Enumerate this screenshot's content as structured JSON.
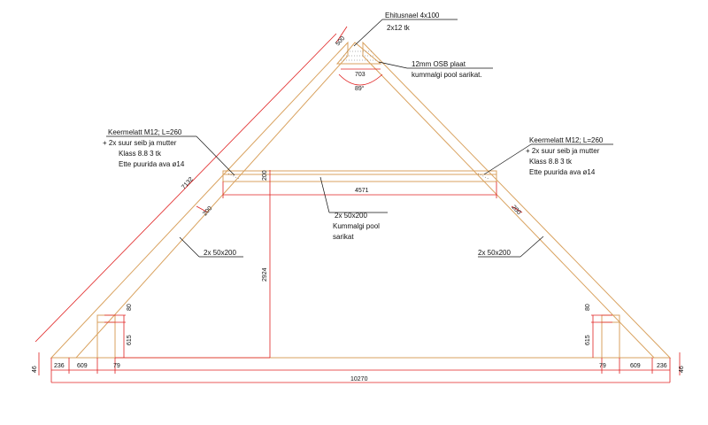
{
  "colors": {
    "timber": "#d9a25f",
    "dimension": "#e02020",
    "text": "#111111"
  },
  "labels": {
    "nail_title": "Ehitusnael 4x100",
    "nail_qty": "2x12 tk",
    "osb_line1": "12mm OSB plaat",
    "osb_line2": "kummalgi pool sarikat.",
    "bolt_left": [
      "Keermelatt M12; L=260",
      "+ 2x suur seib ja mutter",
      "Klass 8.8 3 tk",
      "Ette puurida ava ø14"
    ],
    "bolt_right": [
      "Keermelatt M12; L=260",
      "+ 2x suur seib ja mutter",
      "Klass 8.8 3 tk",
      "Ette puurida ava ø14"
    ],
    "collar": [
      "2x 50x200",
      "Kummalgi pool",
      "sarikat"
    ],
    "rafter_left": "2x 50x200",
    "rafter_right": "2x 50x200"
  },
  "dims": {
    "apex_500": "500",
    "apex_703": "703",
    "apex_angle": "89°",
    "rafter_len": "7132",
    "collar_depth": "200",
    "collar_len": "4571",
    "left_200": "200",
    "right_200": "200",
    "height": "2924",
    "left_80": "80",
    "left_615": "615",
    "right_80": "80",
    "right_615": "615",
    "left_46": "46",
    "right_46": "46",
    "left_236": "236",
    "left_609": "609",
    "left_79": "79",
    "right_79": "79",
    "right_609": "609",
    "right_236": "236",
    "total_span": "10270"
  }
}
